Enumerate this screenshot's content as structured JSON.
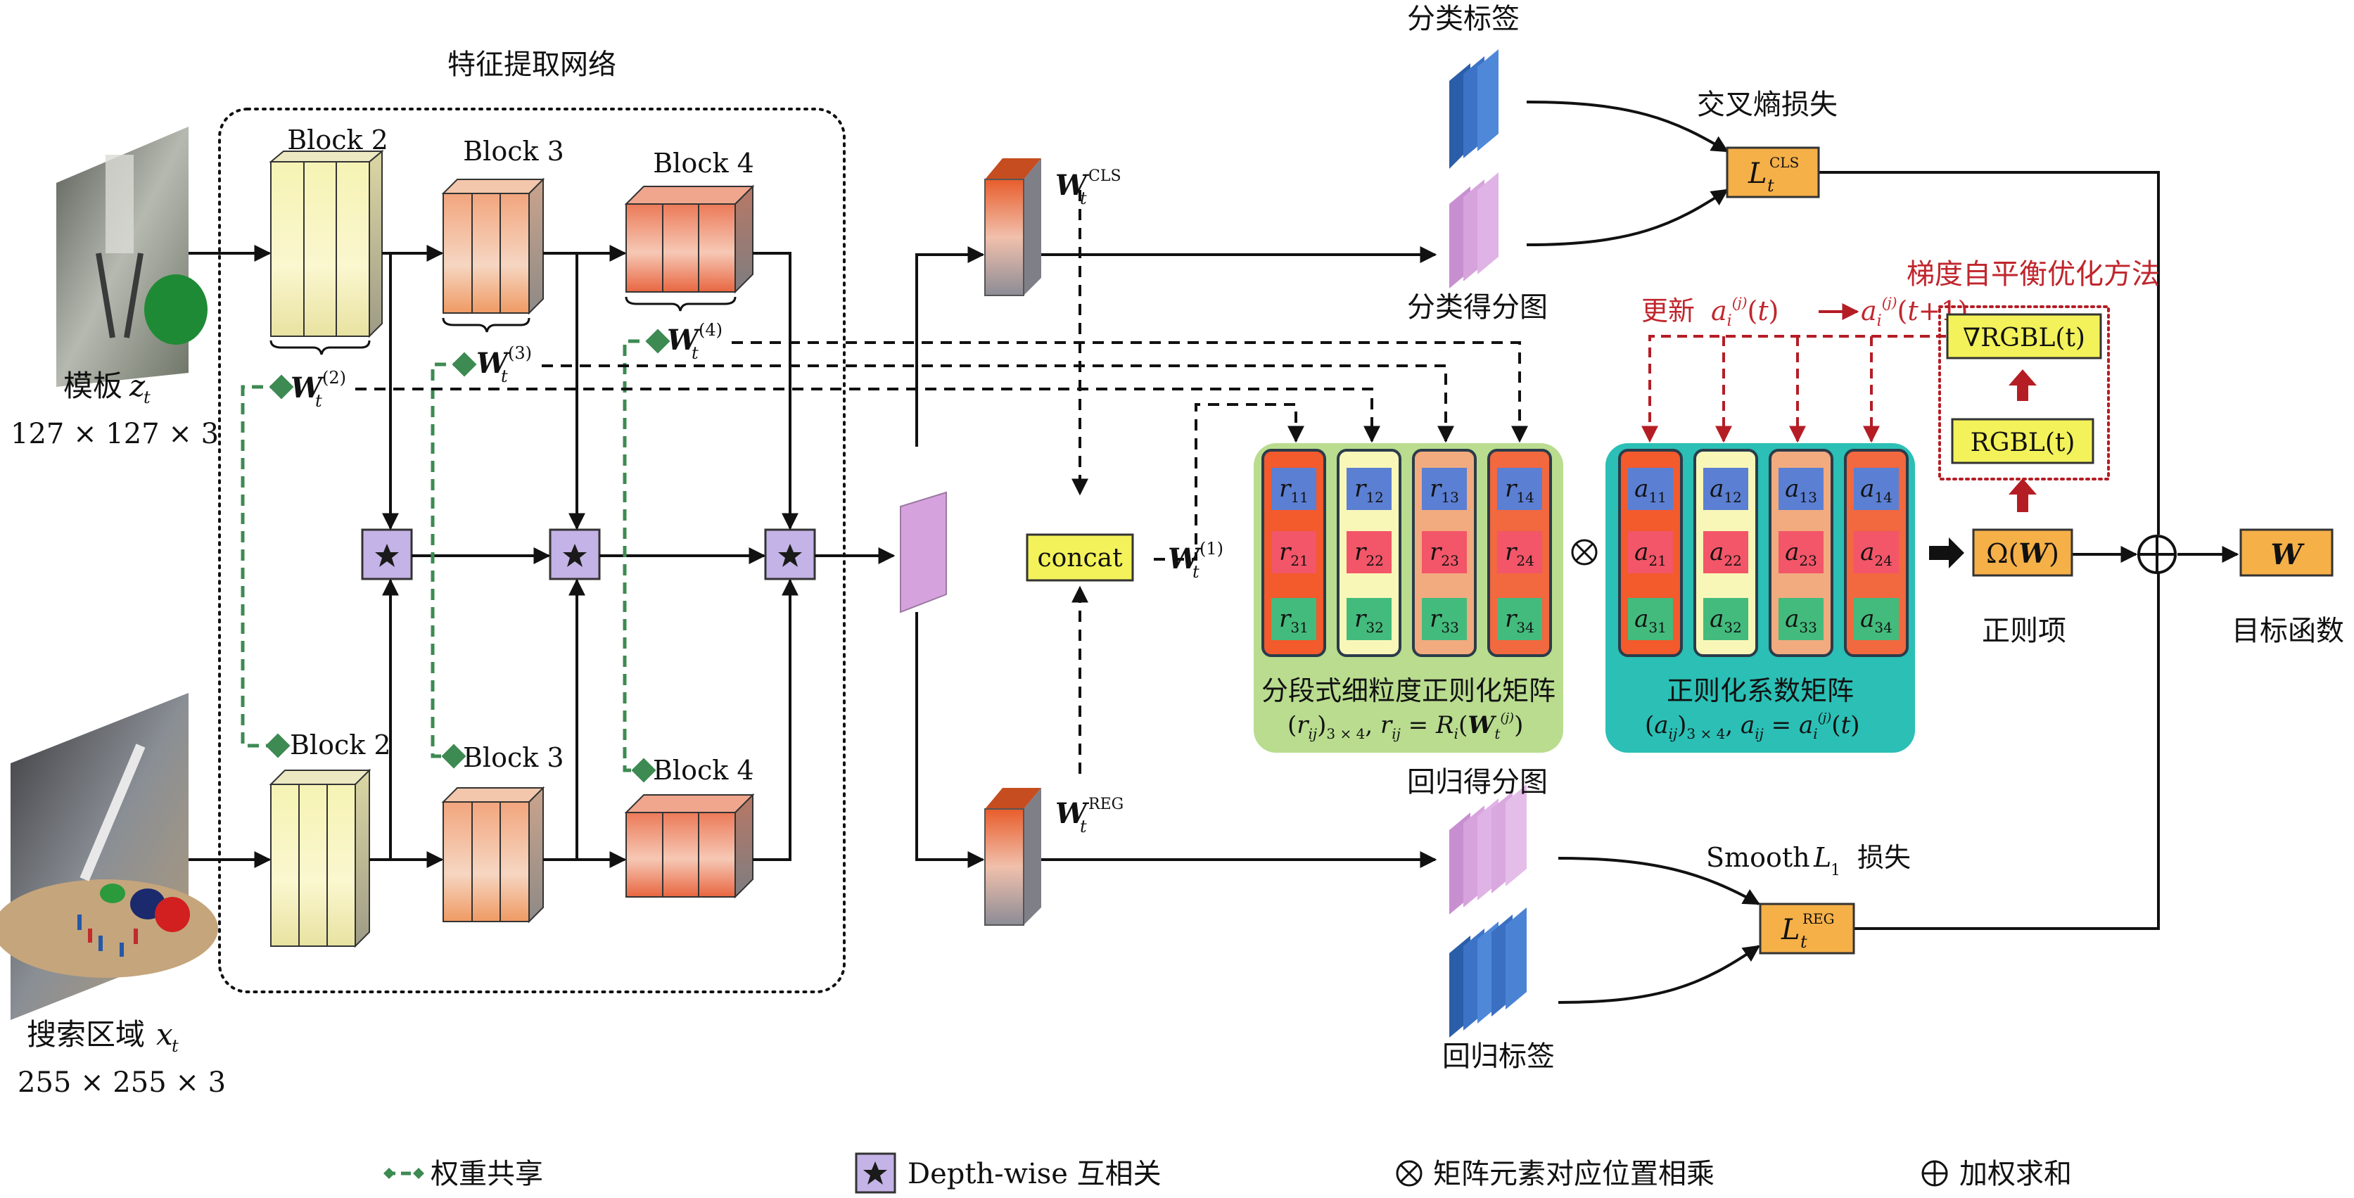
{
  "title": "特征提取网络",
  "template": {
    "label": "模板",
    "var": "z",
    "sub": "t",
    "size": "127 × 127 × 3"
  },
  "search": {
    "label": "搜索区域",
    "var": "x",
    "sub": "t",
    "size": "255 × 255 × 3"
  },
  "blocks": {
    "b2": "Block 2",
    "b3": "Block 3",
    "b4": "Block 4"
  },
  "weights": {
    "w2": "(2)",
    "w3": "(3)",
    "w4": "(4)",
    "w1": "(1)",
    "cls": "CLS",
    "reg": "REG"
  },
  "concat": "concat",
  "cls_label": "分类标签",
  "cls_score": "分类得分图",
  "reg_score": "回归得分图",
  "reg_label": "回归标签",
  "cross_entropy": "交叉熵损失",
  "smooth": {
    "pre": "Smooth",
    "var": "L",
    "sub": "1",
    "post": "损失"
  },
  "loss_cls": {
    "var": "L",
    "sub": "t",
    "sup": "CLS"
  },
  "loss_reg": {
    "var": "L",
    "sub": "t",
    "sup": "REG"
  },
  "gradient": {
    "title": "梯度自平衡优化方法",
    "update": "更新",
    "nabla": "∇RGBL(t)",
    "rgbl": "RGBL(t)"
  },
  "matrix_r": {
    "title": "分段式细粒度正则化矩阵",
    "cells": [
      [
        "r",
        "11"
      ],
      [
        "r",
        "12"
      ],
      [
        "r",
        "13"
      ],
      [
        "r",
        "14"
      ],
      [
        "r",
        "21"
      ],
      [
        "r",
        "22"
      ],
      [
        "r",
        "23"
      ],
      [
        "r",
        "24"
      ],
      [
        "r",
        "31"
      ],
      [
        "r",
        "32"
      ],
      [
        "r",
        "33"
      ],
      [
        "r",
        "34"
      ]
    ]
  },
  "matrix_a": {
    "title": "正则化系数矩阵",
    "cells": [
      [
        "a",
        "11"
      ],
      [
        "a",
        "12"
      ],
      [
        "a",
        "13"
      ],
      [
        "a",
        "14"
      ],
      [
        "a",
        "21"
      ],
      [
        "a",
        "22"
      ],
      [
        "a",
        "23"
      ],
      [
        "a",
        "24"
      ],
      [
        "a",
        "31"
      ],
      [
        "a",
        "32"
      ],
      [
        "a",
        "33"
      ],
      [
        "a",
        "34"
      ]
    ]
  },
  "regular": {
    "omega": "Ω(",
    "w": "W",
    "close": ")",
    "label": "正则项"
  },
  "objective": {
    "w": "W",
    "label": "目标函数"
  },
  "legend": {
    "shared": "权重共享",
    "depthwise": "Depth-wise 互相关",
    "hadamard": "矩阵元素对应位置相乘",
    "sum": "加权求和"
  },
  "colors": {
    "orange": "#f5b048",
    "yellow": "#f3f25a",
    "green_panel": "#b9dc8f",
    "teal_panel": "#2bbfb5",
    "red_dash": "#b51d25",
    "green_dash": "#3d8a52",
    "star_box": "#c4b3e6"
  }
}
